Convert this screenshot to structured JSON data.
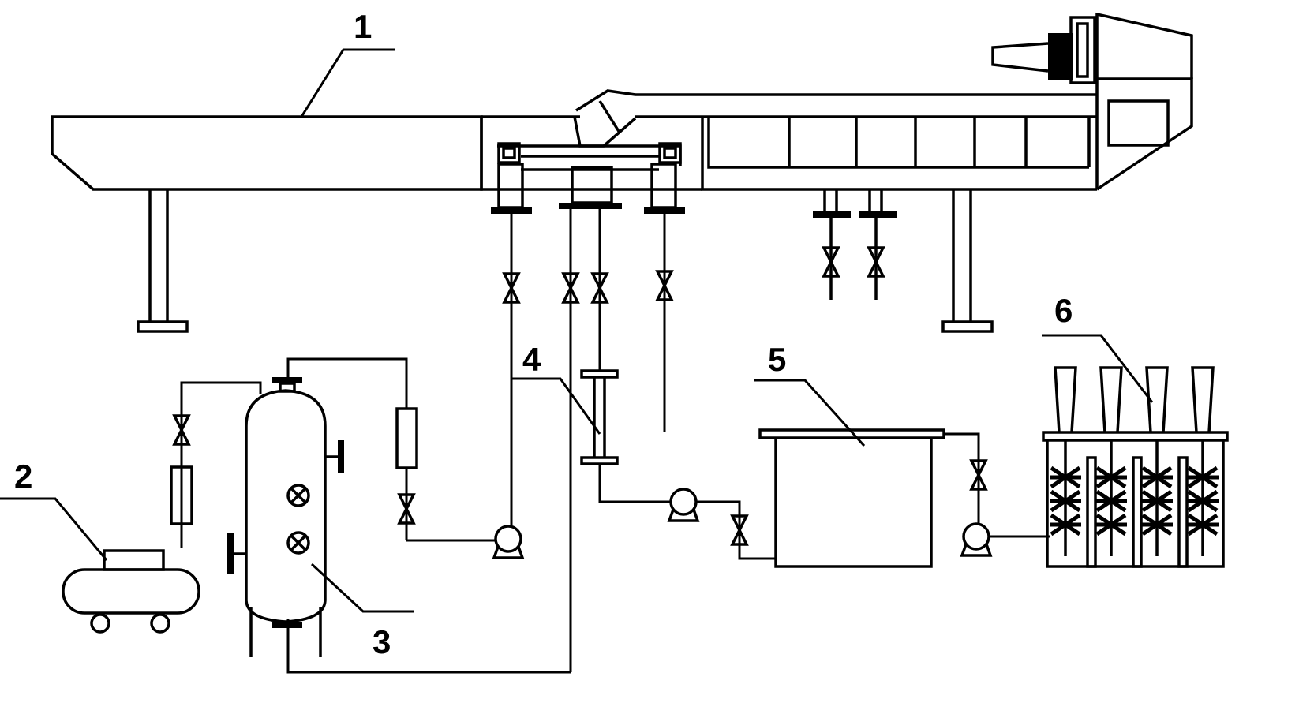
{
  "labels": {
    "l1": "1",
    "l2": "2",
    "l3": "3",
    "l4": "4",
    "l5": "5",
    "l6": "6"
  },
  "colors": {
    "line": "#000000",
    "background": "#ffffff"
  }
}
